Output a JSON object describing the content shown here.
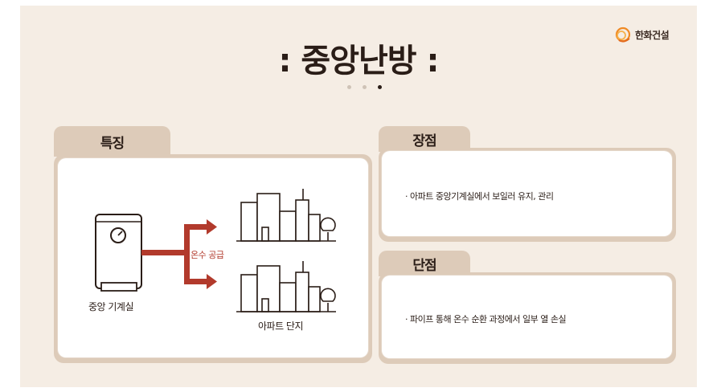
{
  "logo": {
    "text": "한화건설",
    "icon": "hanwha-logo-icon",
    "color": "#f08a24"
  },
  "title": ": 중앙난방 :",
  "pager": {
    "count": 3,
    "active": 3
  },
  "features": {
    "tab_label": "특징",
    "boiler_label": "중앙 기계실",
    "flow_label": "온수 공급",
    "complex_label": "아파트 단지"
  },
  "pros": {
    "tab_label": "장점",
    "bullet": "· 아파트 중앙기계실에서 보일러 유지, 관리"
  },
  "cons": {
    "tab_label": "단점",
    "bullet": "· 파이프 통해 온수 순환 과정에서 일부 열 손실"
  },
  "colors": {
    "background": "#f5ede4",
    "tab": "#ddcbb9",
    "accent": "#b23a2c",
    "ink": "#2a1d17"
  }
}
